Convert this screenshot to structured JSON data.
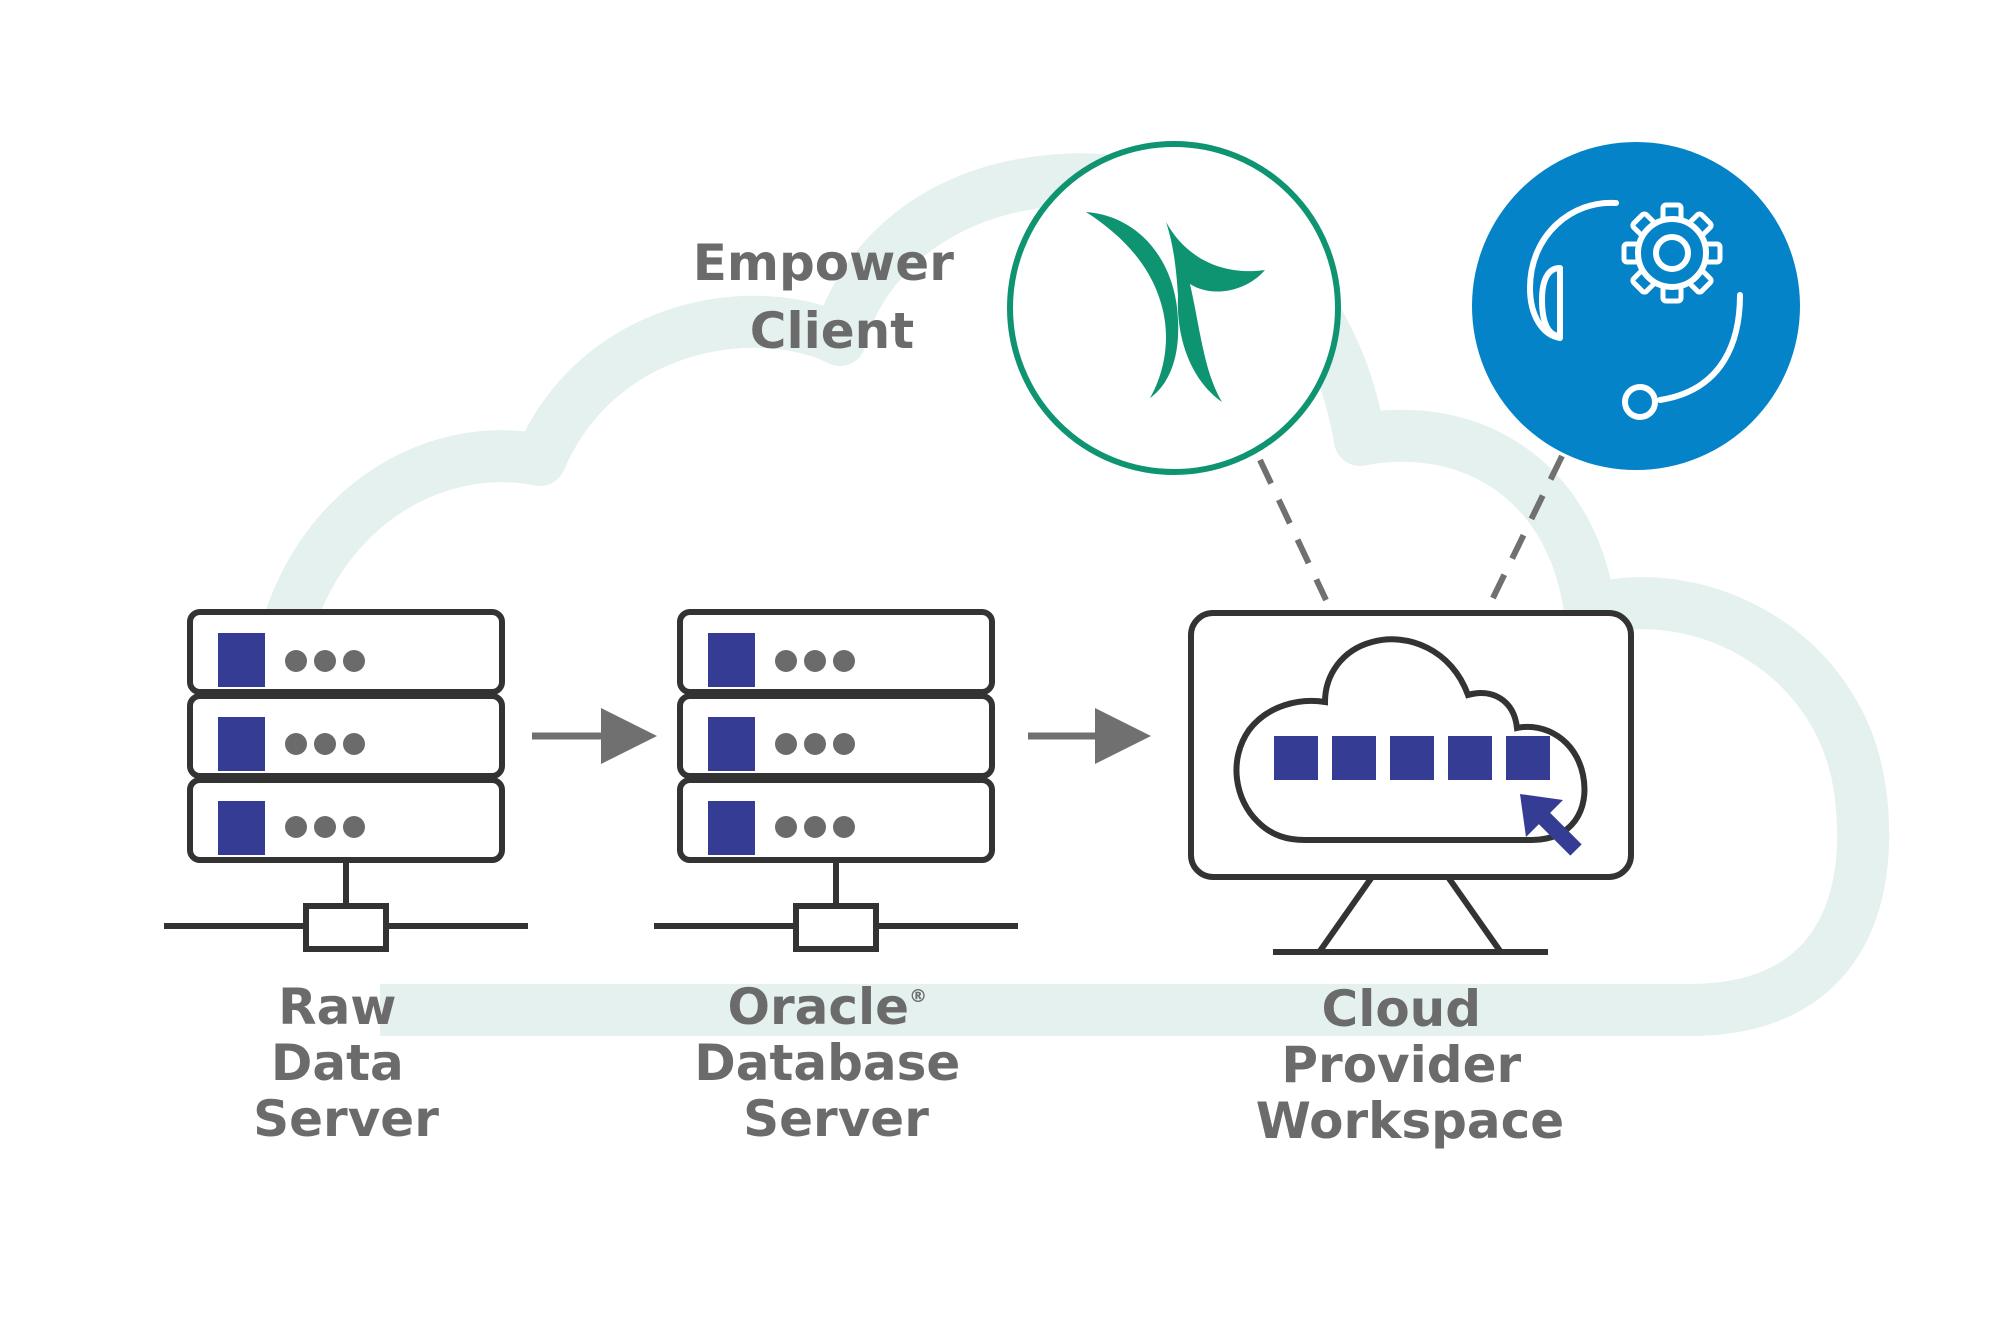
{
  "colors": {
    "cloud": "#e4f1ee",
    "outline": "#333333",
    "text": "#6b6b6b",
    "navy": "#353c93",
    "dot": "#6b6b6b",
    "arrow": "#707070",
    "teal": "#0f9471",
    "blue": "#0583c9",
    "white": "#ffffff"
  },
  "labels": {
    "empower_line1": "Empower",
    "empower_line2": "Client",
    "raw_line1": "Raw",
    "raw_line2": "Data",
    "raw_line3": "Server",
    "oracle_line1": "Oracle",
    "oracle_reg": "®",
    "oracle_line2": "Database",
    "oracle_line3": "Server",
    "cloud_line1": "Cloud",
    "cloud_line2": "Provider",
    "cloud_line3": "Workspace"
  },
  "icons": {
    "empower": "empower-logo-icon",
    "support": "support-headset-gear-icon",
    "server": "server-rack-icon",
    "monitor": "monitor-cloud-icon",
    "cursor": "cursor-arrow-icon"
  }
}
